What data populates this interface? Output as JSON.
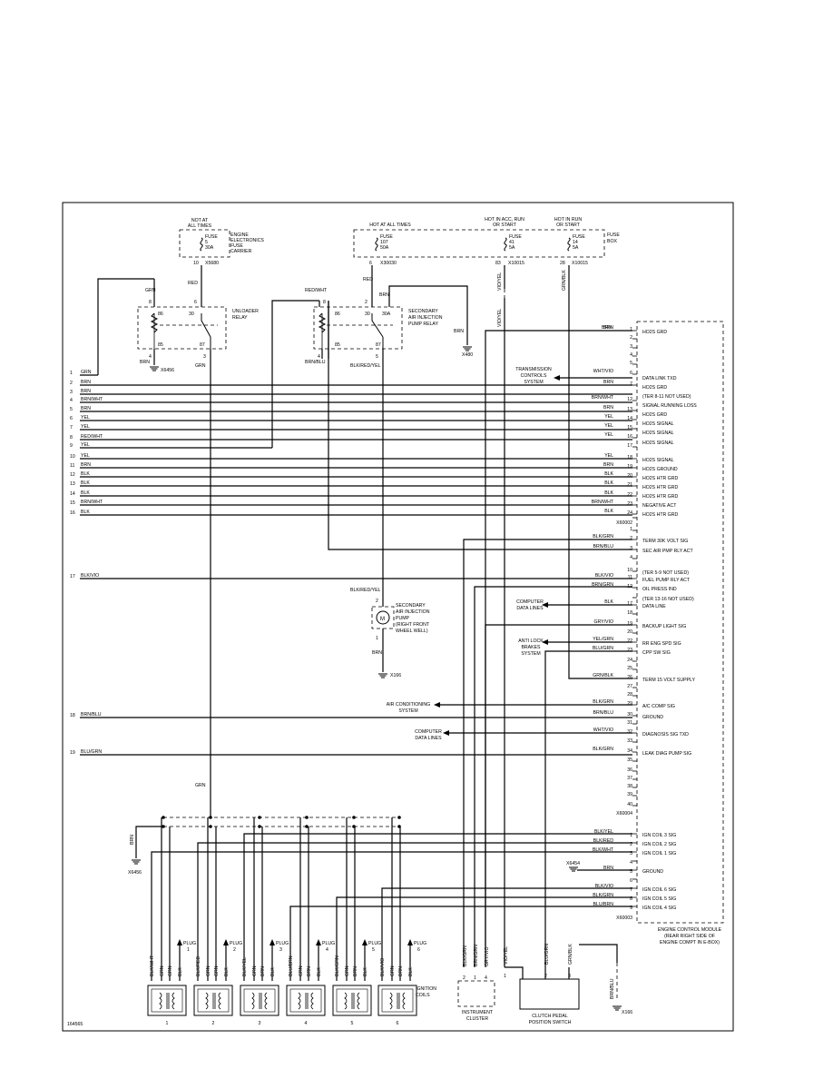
{
  "fuse_box": {
    "left_caption": [
      "NOT AT",
      "ALL TIMES"
    ],
    "left_fuse": [
      "FUSE",
      "5",
      "30A"
    ],
    "left_carrier": [
      "ENGINE",
      "ELECTRONICS",
      "FUSE",
      "CARRIER"
    ],
    "left_pin": "10",
    "left_conn": "X5680",
    "mid_caption": "HOT AT ALL TIMES",
    "mid_fuse": [
      "FUSE",
      "107",
      "50A"
    ],
    "mid_pin": "6",
    "mid_conn": "X30030",
    "acc_caption": [
      "HOT IN ACC, RUN",
      "OR START"
    ],
    "acc_fuse": [
      "FUSE",
      "41",
      "5A"
    ],
    "acc_pin": "83",
    "acc_conn": "X10015",
    "run_caption": [
      "HOT IN RUN",
      "OR START"
    ],
    "run_fuse": [
      "FUSE",
      "14",
      "5A"
    ],
    "run_pin": "28",
    "run_conn": "X10015",
    "box_label": [
      "FUSE",
      "BOX"
    ]
  },
  "unloader_relay": {
    "name": [
      "UNLOADER",
      "RELAY"
    ],
    "pins": [
      "8",
      "6",
      "86",
      "30",
      "85",
      "87",
      "4",
      "3"
    ],
    "wires": [
      "GRN",
      "RED",
      "BRN",
      "GRN"
    ],
    "ground": "X6456"
  },
  "sai_relay": {
    "name": [
      "SECONDARY",
      "AIR INJECTION",
      "PUMP RELAY"
    ],
    "pins": [
      "8",
      "2",
      "86",
      "30",
      "30A",
      "85",
      "87",
      "4",
      "5",
      "1"
    ],
    "wires": [
      "RED/WHT",
      "RED",
      "BRN",
      "BRN/BLU",
      "BLK/RED/YEL",
      "BRN"
    ],
    "ground": "X480"
  },
  "sai_pump": {
    "name": [
      "SECONDARY",
      "AIR INJECTION",
      "PUMP",
      "(RIGHT FRONT",
      "WHEEL WELL)"
    ],
    "wire_top": "BLK/RED/YEL",
    "pin_top": "2",
    "pin_bot": "1",
    "wire_bot": "BRN",
    "ground": "X166"
  },
  "fuse_wires": {
    "acc": "VIO/YEL",
    "run": "GRN/BLK"
  },
  "left_harness": [
    {
      "num": "1",
      "color": "GRN"
    },
    {
      "num": "2",
      "color": "BRN"
    },
    {
      "num": "3",
      "color": "BRN"
    },
    {
      "num": "4",
      "color": "BRN/WHT"
    },
    {
      "num": "5",
      "color": "BRN"
    },
    {
      "num": "6",
      "color": "YEL"
    },
    {
      "num": "7",
      "color": "YEL"
    },
    {
      "num": "8",
      "color": "RED/WHT"
    },
    {
      "num": "9",
      "color": "YEL"
    },
    {
      "num": "10",
      "color": "YEL"
    },
    {
      "num": "11",
      "color": "BRN"
    },
    {
      "num": "12",
      "color": "BLK"
    },
    {
      "num": "13",
      "color": "BLK"
    },
    {
      "num": "14",
      "color": "BLK"
    },
    {
      "num": "15",
      "color": "BRN/WHT"
    },
    {
      "num": "16",
      "color": "BLK"
    },
    {
      "num": "17",
      "color": "BLK/VIO"
    },
    {
      "num": "18",
      "color": "BRN/BLU"
    },
    {
      "num": "19",
      "color": "BLU/GRN"
    }
  ],
  "connector_x60002": {
    "name": "X60002",
    "pins": [
      {
        "pin": "1",
        "wire": "BRN",
        "label": "HO2S GRD"
      },
      {
        "pin": "2",
        "wire": "",
        "label": ""
      },
      {
        "pin": "3",
        "wire": "",
        "label": ""
      },
      {
        "pin": "4",
        "wire": "",
        "label": ""
      },
      {
        "pin": "5",
        "wire": "",
        "label": ""
      },
      {
        "pin": "6",
        "wire": "WHT/VIO",
        "label": "DATA LINK TXD"
      },
      {
        "pin": "7",
        "wire": "BRN",
        "label": "HO2S GRD"
      },
      {
        "pin": "12",
        "wire": "BRN/WHT",
        "label": "(TER 8-11 NOT USED)"
      },
      {
        "pin": "13",
        "wire": "BRN",
        "label": "SIGNAL RUNNING LOSS"
      },
      {
        "pin": "14",
        "wire": "YEL",
        "label": "HO2S GRD"
      },
      {
        "pin": "15",
        "wire": "YEL",
        "label": "HO2S SIGNAL"
      },
      {
        "pin": "16",
        "wire": "YEL",
        "label": "HO2S SIGNAL"
      },
      {
        "pin": "17",
        "wire": "",
        "label": "HO2S SIGNAL"
      },
      {
        "pin": "18",
        "wire": "YEL",
        "label": ""
      },
      {
        "pin": "19",
        "wire": "BRN",
        "label": "HO2S SIGNAL"
      },
      {
        "pin": "20",
        "wire": "BLK",
        "label": "HO2S GROUND"
      },
      {
        "pin": "21",
        "wire": "BLK",
        "label": "HO2S HTR GRD"
      },
      {
        "pin": "22",
        "wire": "BLK",
        "label": "HO2S HTR GRD"
      },
      {
        "pin": "23",
        "wire": "BRN/WHT",
        "label": "HO2S HTR GRD"
      },
      {
        "pin": "24",
        "wire": "BLK",
        "label": "NEGATIVE ACT"
      },
      {
        "pin": "",
        "wire": "",
        "label": "HO2S HTR GRD"
      }
    ],
    "transmission": [
      "TRANSMISSION",
      "CONTROLS",
      "SYSTEM"
    ]
  },
  "connector_x60004": {
    "name": "X60004",
    "pins": [
      {
        "pin": "1",
        "wire": "",
        "label": ""
      },
      {
        "pin": "2",
        "wire": "BLK/GRN",
        "label": "TERM 30K VOLT SIG"
      },
      {
        "pin": "3",
        "wire": "BRN/BLU",
        "label": "SEC AIR PMP RLY ACT"
      },
      {
        "pin": "4",
        "wire": "",
        "label": ""
      },
      {
        "pin": "10",
        "wire": "",
        "label": "(TER 5-9 NOT USED)"
      },
      {
        "pin": "11",
        "wire": "BLK/VIO",
        "label": "FUEL PUMP RLY ACT"
      },
      {
        "pin": "12",
        "wire": "BRN/GRN",
        "label": "OIL PRESS IND"
      },
      {
        "pin": "",
        "wire": "",
        "label": "(TER 13-16 NOT USED)"
      },
      {
        "pin": "17",
        "wire": "BLK",
        "label": "DATA LINE"
      },
      {
        "pin": "18",
        "wire": "",
        "label": ""
      },
      {
        "pin": "19",
        "wire": "GRY/VIO",
        "label": "BACKUP LIGHT SIG"
      },
      {
        "pin": "20",
        "wire": "",
        "label": ""
      },
      {
        "pin": "22",
        "wire": "YEL/GRN",
        "label": "RR ENG SPD SIG"
      },
      {
        "pin": "23",
        "wire": "BLU/GRN",
        "label": "CPP SW SIG"
      },
      {
        "pin": "24",
        "wire": "",
        "label": ""
      },
      {
        "pin": "25",
        "wire": "",
        "label": ""
      },
      {
        "pin": "26",
        "wire": "GRN/BLK",
        "label": "TERM 15 VOLT SUPPLY"
      },
      {
        "pin": "27",
        "wire": "",
        "label": ""
      },
      {
        "pin": "28",
        "wire": "",
        "label": ""
      },
      {
        "pin": "29",
        "wire": "BLK/GRN",
        "label": "A/C COMP SIG"
      },
      {
        "pin": "30",
        "wire": "BRN/BLU",
        "label": "GROUND"
      },
      {
        "pin": "31",
        "wire": "",
        "label": ""
      },
      {
        "pin": "32",
        "wire": "WHT/VIO",
        "label": "DIAGNOSIS SIG TXD"
      },
      {
        "pin": "33",
        "wire": "",
        "label": ""
      },
      {
        "pin": "34",
        "wire": "BLK/GRN",
        "label": "LEAK DIAG PUMP SIG"
      },
      {
        "pin": "35",
        "wire": "",
        "label": ""
      },
      {
        "pin": "36",
        "wire": "",
        "label": ""
      },
      {
        "pin": "37",
        "wire": "",
        "label": ""
      },
      {
        "pin": "38",
        "wire": "",
        "label": ""
      },
      {
        "pin": "39",
        "wire": "",
        "label": ""
      },
      {
        "pin": "40",
        "wire": "",
        "label": ""
      }
    ],
    "computer_lines": [
      "COMPUTER",
      "DATA LINES"
    ],
    "anti_lock": [
      "ANTI LOCK",
      "BRAKES",
      "SYSTEM"
    ],
    "air_cond": [
      "AIR CONDITIONING",
      "SYSTEM"
    ]
  },
  "connector_x60003": {
    "name": "X60003",
    "pins": [
      {
        "pin": "1",
        "wire": "BLK/YEL",
        "label": "IGN COIL 3 SIG"
      },
      {
        "pin": "2",
        "wire": "BLK/RED",
        "label": "IGN COIL 2 SIG"
      },
      {
        "pin": "3",
        "wire": "BLK/WHT",
        "label": "IGN COIL 1 SIG"
      },
      {
        "pin": "4",
        "wire": "",
        "label": ""
      },
      {
        "pin": "5",
        "wire": "BRN",
        "label": "GROUND"
      },
      {
        "pin": "6",
        "wire": "",
        "label": ""
      },
      {
        "pin": "7",
        "wire": "BLK/VIO",
        "label": "IGN COIL 6 SIG"
      },
      {
        "pin": "8",
        "wire": "BLK/GRN",
        "label": "IGN COIL 5 SIG"
      },
      {
        "pin": "9",
        "wire": "BLU/BRN",
        "label": "IGN COIL 4 SIG"
      }
    ],
    "ground": "X6454"
  },
  "ecm": {
    "name": [
      "ENGINE CONTROL MODULE",
      "(REAR RIGHT SIDE OF",
      "ENGINE COMPT IN E-BOX)"
    ]
  },
  "coil_bus": {
    "wire": "GRN",
    "ground_wire": "BRN",
    "ground": "X6456"
  },
  "coils": [
    {
      "num": "1",
      "plug": [
        "PLUG",
        "1"
      ],
      "wires": [
        "BLK/WHT",
        "GRN",
        "GRN",
        "BLK"
      ]
    },
    {
      "num": "2",
      "plug": [
        "PLUG",
        "2"
      ],
      "wires": [
        "BLK/RED",
        "GRN",
        "GRN",
        "BLK"
      ]
    },
    {
      "num": "3",
      "plug": [
        "PLUG",
        "3"
      ],
      "wires": [
        "BLK/YEL",
        "GRN",
        "BRN",
        "BLK"
      ]
    },
    {
      "num": "4",
      "plug": [
        "PLUG",
        "4"
      ],
      "wires": [
        "BLU/BRN",
        "GRN",
        "BRN",
        "BLK"
      ]
    },
    {
      "num": "5",
      "plug": [
        "PLUG",
        "5"
      ],
      "wires": [
        "BLK/GRN",
        "GRN",
        "BRN",
        "BLK"
      ]
    },
    {
      "num": "6",
      "plug": [
        "PLUG",
        "6"
      ],
      "wires": [
        "BLK/VIO",
        "GRN",
        "BRN",
        "BLK"
      ]
    }
  ],
  "coils_label": [
    "IGNITION",
    "COILS"
  ],
  "cluster": {
    "name": [
      "INSTRUMENT",
      "CLUSTER"
    ],
    "wires": [
      "BLK/GRN",
      "BRN/GRN",
      "GRY/VIO"
    ],
    "pins": [
      "2",
      "1",
      "4"
    ]
  },
  "clutch": {
    "name": [
      "CLUTCH PEDAL",
      "POSITION SWITCH"
    ],
    "wires": [
      "VIO/YEL",
      "BLU/GRN",
      "GRN/BLK"
    ],
    "pins": [
      "1",
      "2",
      "3"
    ]
  },
  "clutch_ground": {
    "wire": "BRN/BLU",
    "ground": "X166"
  },
  "figure_id": "164565"
}
